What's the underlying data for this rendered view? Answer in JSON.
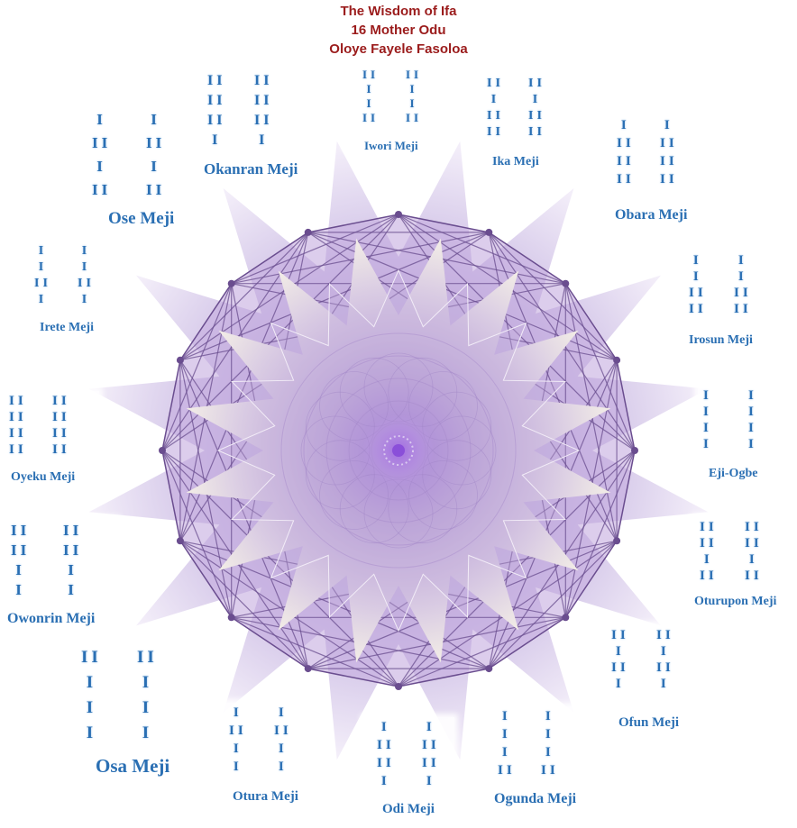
{
  "title": {
    "line1": "The Wisdom of Ifa",
    "line2": "16 Mother Odu",
    "line3": "Oloye Fayele Fasoloa"
  },
  "colors": {
    "title": "#9b1c1c",
    "odu_text": "#2a6fb3",
    "star_purple": "#a98fd0",
    "line": "#6a4d8f",
    "node": "#6a4d8f"
  },
  "odu": [
    {
      "id": "iwori-meji",
      "name": "Iwori Meji",
      "left": [
        "II",
        "I",
        "I",
        "II"
      ],
      "right": [
        "II",
        "I",
        "I",
        "II"
      ]
    },
    {
      "id": "ika-meji",
      "name": "Ika Meji",
      "left": [
        "II",
        "I",
        "II",
        "II"
      ],
      "right": [
        "II",
        "I",
        "II",
        "II"
      ]
    },
    {
      "id": "obara-meji",
      "name": "Obara Meji",
      "left": [
        "I",
        "II",
        "II",
        "II"
      ],
      "right": [
        "I",
        "II",
        "II",
        "II"
      ]
    },
    {
      "id": "irosun-meji",
      "name": "Irosun Meji",
      "left": [
        "I",
        "I",
        "II",
        "II"
      ],
      "right": [
        "I",
        "I",
        "II",
        "II"
      ]
    },
    {
      "id": "eji-ogbe",
      "name": "Eji-Ogbe",
      "left": [
        "I",
        "I",
        "I",
        "I"
      ],
      "right": [
        "I",
        "I",
        "I",
        "I"
      ]
    },
    {
      "id": "oturupon-meji",
      "name": "Oturupon Meji",
      "left": [
        "II",
        "II",
        "I",
        "II"
      ],
      "right": [
        "II",
        "II",
        "I",
        "II"
      ]
    },
    {
      "id": "ofun-meji",
      "name": "Ofun Meji",
      "left": [
        "II",
        "I",
        "II",
        "I"
      ],
      "right": [
        "II",
        "I",
        "II",
        "I"
      ]
    },
    {
      "id": "ogunda-meji",
      "name": "Ogunda Meji",
      "left": [
        "I",
        "I",
        "I",
        "II"
      ],
      "right": [
        "I",
        "I",
        "I",
        "II"
      ]
    },
    {
      "id": "odi-meji",
      "name": "Odi Meji",
      "left": [
        "I",
        "II",
        "II",
        "I"
      ],
      "right": [
        "I",
        "II",
        "II",
        "I"
      ]
    },
    {
      "id": "otura-meji",
      "name": "Otura Meji",
      "left": [
        "I",
        "II",
        "I",
        "I"
      ],
      "right": [
        "I",
        "II",
        "I",
        "I"
      ]
    },
    {
      "id": "osa-meji",
      "name": "Osa Meji",
      "left": [
        "II",
        "I",
        "I",
        "I"
      ],
      "right": [
        "II",
        "I",
        "I",
        "I"
      ]
    },
    {
      "id": "owonrin-meji",
      "name": "Owonrin Meji",
      "left": [
        "II",
        "II",
        "I",
        "I"
      ],
      "right": [
        "II",
        "II",
        "I",
        "I"
      ]
    },
    {
      "id": "oyeku-meji",
      "name": "Oyeku Meji",
      "left": [
        "II",
        "II",
        "II",
        "II"
      ],
      "right": [
        "II",
        "II",
        "II",
        "II"
      ]
    },
    {
      "id": "irete-meji",
      "name": "Irete Meji",
      "left": [
        "I",
        "I",
        "II",
        "I"
      ],
      "right": [
        "I",
        "I",
        "II",
        "I"
      ]
    },
    {
      "id": "ose-meji",
      "name": "Ose Meji",
      "left": [
        "I",
        "II",
        "I",
        "II"
      ],
      "right": [
        "I",
        "II",
        "I",
        "II"
      ]
    },
    {
      "id": "okanran-meji",
      "name": "Okanran Meji",
      "left": [
        "II",
        "II",
        "II",
        "I"
      ],
      "right": [
        "II",
        "II",
        "II",
        "I"
      ]
    }
  ]
}
